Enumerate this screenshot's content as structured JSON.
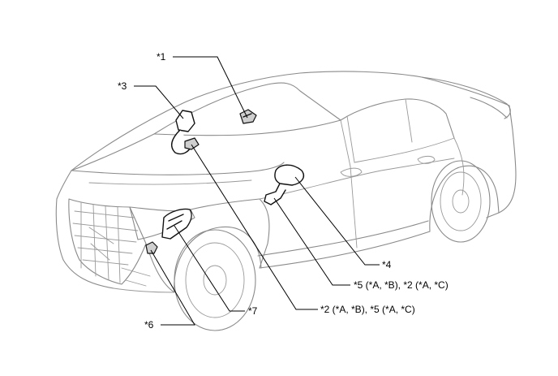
{
  "callouts": [
    {
      "id": "c1",
      "label": "*1"
    },
    {
      "id": "c3",
      "label": "*3"
    },
    {
      "id": "c4",
      "label": "*4"
    },
    {
      "id": "c5",
      "label": "*5 (*A, *B), *2 (*A, *C)"
    },
    {
      "id": "c2",
      "label": "*2 (*A, *B), *5 (*A, *C)"
    },
    {
      "id": "c7",
      "label": "*7"
    },
    {
      "id": "c6",
      "label": "*6"
    }
  ]
}
